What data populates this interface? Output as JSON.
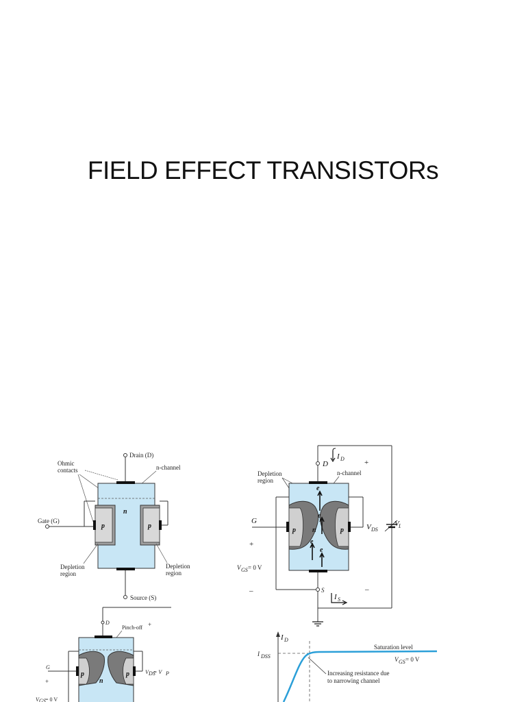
{
  "slide": {
    "title": "FIELD EFFECT TRANSISTORs"
  },
  "fig1": {
    "drain": "Drain (D)",
    "ohmic": "Ohmic",
    "contacts": "contacts",
    "n_channel": "n-channel",
    "gate": "Gate (G)",
    "p_left": "p",
    "n": "n",
    "p_right": "p",
    "depletion_left_1": "Depletion",
    "depletion_left_2": "region",
    "depletion_right_1": "Depletion",
    "depletion_right_2": "region",
    "source": "Source (S)"
  },
  "fig2": {
    "id": "I",
    "id_sub": "D",
    "plus": "+",
    "d": "D",
    "depletion_1": "Depletion",
    "depletion_2": "region",
    "n_channel": "n-channel",
    "e1": "e",
    "e2": "e",
    "e3": "e",
    "e4": "e",
    "g": "G",
    "p_left": "p",
    "n": "n",
    "p_right": "p",
    "vds": "V",
    "vds_sub": "DS",
    "vdd": "V",
    "vdd_sub": "DD",
    "gate_plus": "+",
    "vgs": "V",
    "vgs_sub": "GS",
    "vgs_val": " = 0 V",
    "gate_minus": "–",
    "s": "S",
    "is": "I",
    "is_sub": "S",
    "minus": "–"
  },
  "fig3": {
    "d": "D",
    "pinch_off": "Pinch-off",
    "plus": "+",
    "g": "G",
    "p_left": "p",
    "n": "n",
    "p_right": "p",
    "vds_eq": "V",
    "vds_eq_sub": "DS",
    "vds_eq_val": " = V",
    "vds_eq_sub2": "P",
    "gate_plus": "+",
    "vgs": "V",
    "vgs_sub": "GS",
    "vgs_val": " = 0 V"
  },
  "fig4": {
    "id": "I",
    "id_sub": "D",
    "idss": "I",
    "idss_sub": "DSS",
    "saturation": "Saturation level",
    "vgs": "V",
    "vgs_sub": "GS",
    "vgs_val": " = 0 V",
    "note_1": "Increasing resistance due",
    "note_2": "to narrowing channel"
  },
  "colors": {
    "channel_blue": "#c8e6f5",
    "depletion_gray": "#7a7a7a",
    "p_gray": "#d0d0d0",
    "curve_blue": "#2b9fd8"
  }
}
